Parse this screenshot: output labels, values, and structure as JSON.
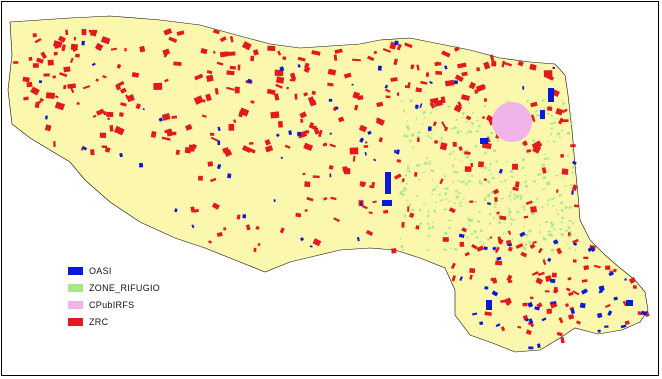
{
  "colors": {
    "land": "#fbf8ad",
    "border": "#111111",
    "oasi": "#0a18d7",
    "zone_rifugio": "#a6e98a",
    "cpubirfs": "#f0b4e8",
    "zrc": "#e3191f"
  },
  "legend": [
    {
      "label": "OASI",
      "color_key": "oasi"
    },
    {
      "label": "ZONE_RIFUGIO",
      "color_key": "zone_rifugio"
    },
    {
      "label": "CPubIRFS",
      "color_key": "cpubirfs"
    },
    {
      "label": "ZRC",
      "color_key": "zrc"
    }
  ]
}
